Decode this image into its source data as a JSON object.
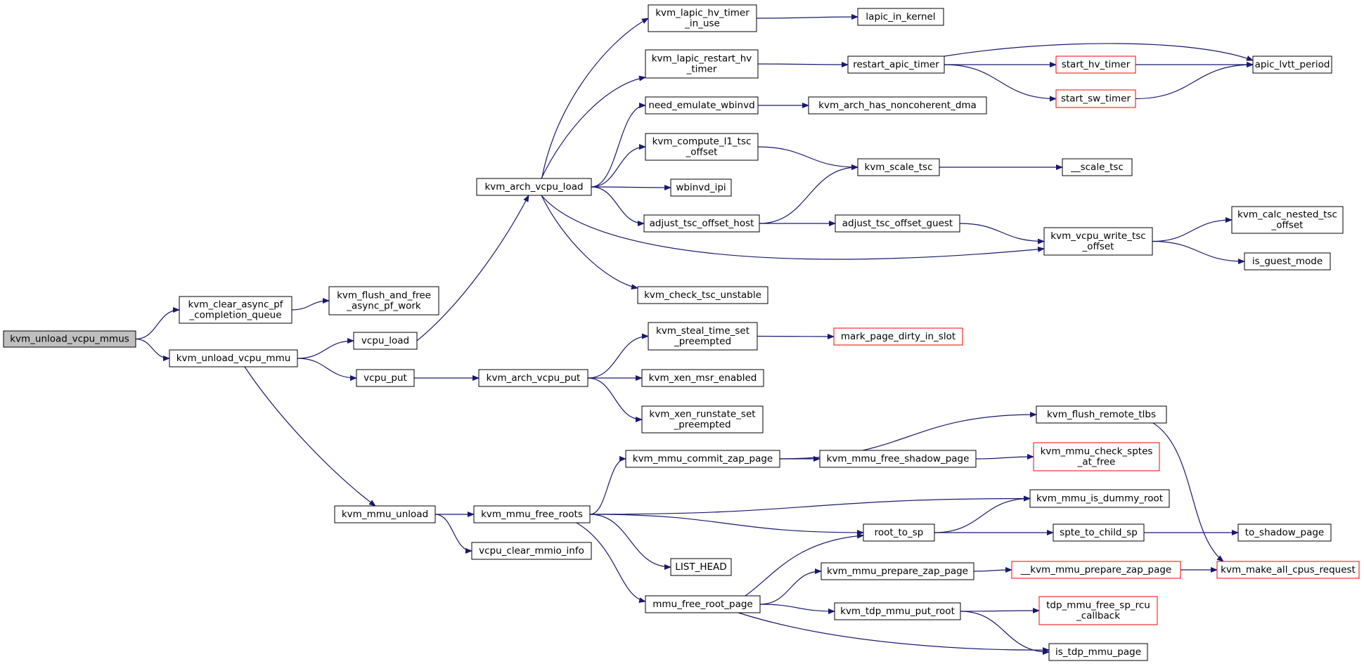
{
  "nodes": [
    {
      "id": "n0",
      "lines": [
        "kvm_unload_vcpu_mmus"
      ],
      "style": "root"
    },
    {
      "id": "n1",
      "lines": [
        "kvm_clear_async_pf",
        "_completion_queue"
      ]
    },
    {
      "id": "n2",
      "lines": [
        "kvm_flush_and_free",
        "_async_pf_work"
      ]
    },
    {
      "id": "n3",
      "lines": [
        "kvm_unload_vcpu_mmu"
      ]
    },
    {
      "id": "n4",
      "lines": [
        "vcpu_load"
      ]
    },
    {
      "id": "n5",
      "lines": [
        "vcpu_put"
      ]
    },
    {
      "id": "n6",
      "lines": [
        "kvm_mmu_unload"
      ]
    },
    {
      "id": "n7",
      "lines": [
        "kvm_arch_vcpu_load"
      ]
    },
    {
      "id": "n8",
      "lines": [
        "kvm_lapic_hv_timer",
        "_in_use"
      ]
    },
    {
      "id": "n9",
      "lines": [
        "kvm_lapic_restart_hv",
        "_timer"
      ]
    },
    {
      "id": "n10",
      "lines": [
        "need_emulate_wbinvd"
      ]
    },
    {
      "id": "n11",
      "lines": [
        "kvm_compute_l1_tsc",
        "_offset"
      ]
    },
    {
      "id": "n12",
      "lines": [
        "wbinvd_ipi"
      ]
    },
    {
      "id": "n13",
      "lines": [
        "adjust_tsc_offset_host"
      ]
    },
    {
      "id": "n14",
      "lines": [
        "kvm_check_tsc_unstable"
      ]
    },
    {
      "id": "n15",
      "lines": [
        "lapic_in_kernel"
      ]
    },
    {
      "id": "n16",
      "lines": [
        "restart_apic_timer"
      ]
    },
    {
      "id": "n17",
      "lines": [
        "start_hv_timer"
      ],
      "style": "red"
    },
    {
      "id": "n18",
      "lines": [
        "start_sw_timer"
      ],
      "style": "red"
    },
    {
      "id": "n19",
      "lines": [
        "apic_lvtt_period"
      ]
    },
    {
      "id": "n20",
      "lines": [
        "kvm_arch_has_noncoherent_dma"
      ]
    },
    {
      "id": "n21",
      "lines": [
        "kvm_scale_tsc"
      ]
    },
    {
      "id": "n22",
      "lines": [
        "__scale_tsc"
      ]
    },
    {
      "id": "n23",
      "lines": [
        "adjust_tsc_offset_guest"
      ]
    },
    {
      "id": "n24",
      "lines": [
        "kvm_vcpu_write_tsc",
        "_offset"
      ]
    },
    {
      "id": "n25",
      "lines": [
        "kvm_calc_nested_tsc",
        "_offset"
      ]
    },
    {
      "id": "n26",
      "lines": [
        "is_guest_mode"
      ]
    },
    {
      "id": "n27",
      "lines": [
        "kvm_arch_vcpu_put"
      ]
    },
    {
      "id": "n28",
      "lines": [
        "kvm_steal_time_set",
        "_preempted"
      ]
    },
    {
      "id": "n29",
      "lines": [
        "kvm_xen_msr_enabled"
      ]
    },
    {
      "id": "n30",
      "lines": [
        "kvm_xen_runstate_set",
        "_preempted"
      ]
    },
    {
      "id": "n31",
      "lines": [
        "mark_page_dirty_in_slot"
      ],
      "style": "red"
    },
    {
      "id": "n32",
      "lines": [
        "kvm_mmu_free_roots"
      ]
    },
    {
      "id": "n33",
      "lines": [
        "vcpu_clear_mmio_info"
      ]
    },
    {
      "id": "n34",
      "lines": [
        "kvm_mmu_commit_zap_page"
      ]
    },
    {
      "id": "n35",
      "lines": [
        "LIST_HEAD"
      ]
    },
    {
      "id": "n36",
      "lines": [
        "mmu_free_root_page"
      ]
    },
    {
      "id": "n37",
      "lines": [
        "kvm_flush_remote_tlbs"
      ]
    },
    {
      "id": "n38",
      "lines": [
        "kvm_mmu_free_shadow_page"
      ]
    },
    {
      "id": "n39",
      "lines": [
        "kvm_mmu_check_sptes",
        "_at_free"
      ],
      "style": "red"
    },
    {
      "id": "n40",
      "lines": [
        "kvm_mmu_is_dummy_root"
      ]
    },
    {
      "id": "n41",
      "lines": [
        "root_to_sp"
      ]
    },
    {
      "id": "n42",
      "lines": [
        "spte_to_child_sp"
      ]
    },
    {
      "id": "n43",
      "lines": [
        "to_shadow_page"
      ]
    },
    {
      "id": "n44",
      "lines": [
        "kvm_mmu_prepare_zap_page"
      ]
    },
    {
      "id": "n45",
      "lines": [
        "__kvm_mmu_prepare_zap_page"
      ],
      "style": "red"
    },
    {
      "id": "n46",
      "lines": [
        "kvm_make_all_cpus_request"
      ],
      "style": "red"
    },
    {
      "id": "n47",
      "lines": [
        "kvm_tdp_mmu_put_root"
      ]
    },
    {
      "id": "n48",
      "lines": [
        "tdp_mmu_free_sp_rcu",
        "_callback"
      ],
      "style": "red"
    },
    {
      "id": "n49",
      "lines": [
        "is_tdp_mmu_page"
      ]
    }
  ],
  "edges": [
    [
      "n0",
      "n1"
    ],
    [
      "n0",
      "n3"
    ],
    [
      "n1",
      "n2"
    ],
    [
      "n3",
      "n4"
    ],
    [
      "n3",
      "n5"
    ],
    [
      "n3",
      "n6"
    ],
    [
      "n4",
      "n7"
    ],
    [
      "n7",
      "n8"
    ],
    [
      "n7",
      "n9"
    ],
    [
      "n7",
      "n10"
    ],
    [
      "n7",
      "n11"
    ],
    [
      "n7",
      "n12"
    ],
    [
      "n7",
      "n13"
    ],
    [
      "n7",
      "n14"
    ],
    [
      "n7",
      "n24"
    ],
    [
      "n8",
      "n15"
    ],
    [
      "n9",
      "n16"
    ],
    [
      "n16",
      "n17"
    ],
    [
      "n16",
      "n18"
    ],
    [
      "n16",
      "n19"
    ],
    [
      "n17",
      "n19"
    ],
    [
      "n18",
      "n19"
    ],
    [
      "n10",
      "n20"
    ],
    [
      "n11",
      "n21"
    ],
    [
      "n13",
      "n21"
    ],
    [
      "n13",
      "n23"
    ],
    [
      "n21",
      "n22"
    ],
    [
      "n23",
      "n24"
    ],
    [
      "n24",
      "n25"
    ],
    [
      "n24",
      "n26"
    ],
    [
      "n5",
      "n27"
    ],
    [
      "n27",
      "n28"
    ],
    [
      "n27",
      "n29"
    ],
    [
      "n27",
      "n30"
    ],
    [
      "n28",
      "n31"
    ],
    [
      "n6",
      "n32"
    ],
    [
      "n6",
      "n33"
    ],
    [
      "n32",
      "n34"
    ],
    [
      "n32",
      "n40"
    ],
    [
      "n32",
      "n41"
    ],
    [
      "n32",
      "n35"
    ],
    [
      "n32",
      "n36"
    ],
    [
      "n34",
      "n37"
    ],
    [
      "n34",
      "n38"
    ],
    [
      "n38",
      "n39"
    ],
    [
      "n37",
      "n46"
    ],
    [
      "n41",
      "n40"
    ],
    [
      "n41",
      "n42"
    ],
    [
      "n42",
      "n43"
    ],
    [
      "n36",
      "n41"
    ],
    [
      "n36",
      "n44"
    ],
    [
      "n36",
      "n47"
    ],
    [
      "n36",
      "n49"
    ],
    [
      "n44",
      "n45"
    ],
    [
      "n45",
      "n46"
    ],
    [
      "n47",
      "n48"
    ],
    [
      "n47",
      "n49"
    ]
  ]
}
